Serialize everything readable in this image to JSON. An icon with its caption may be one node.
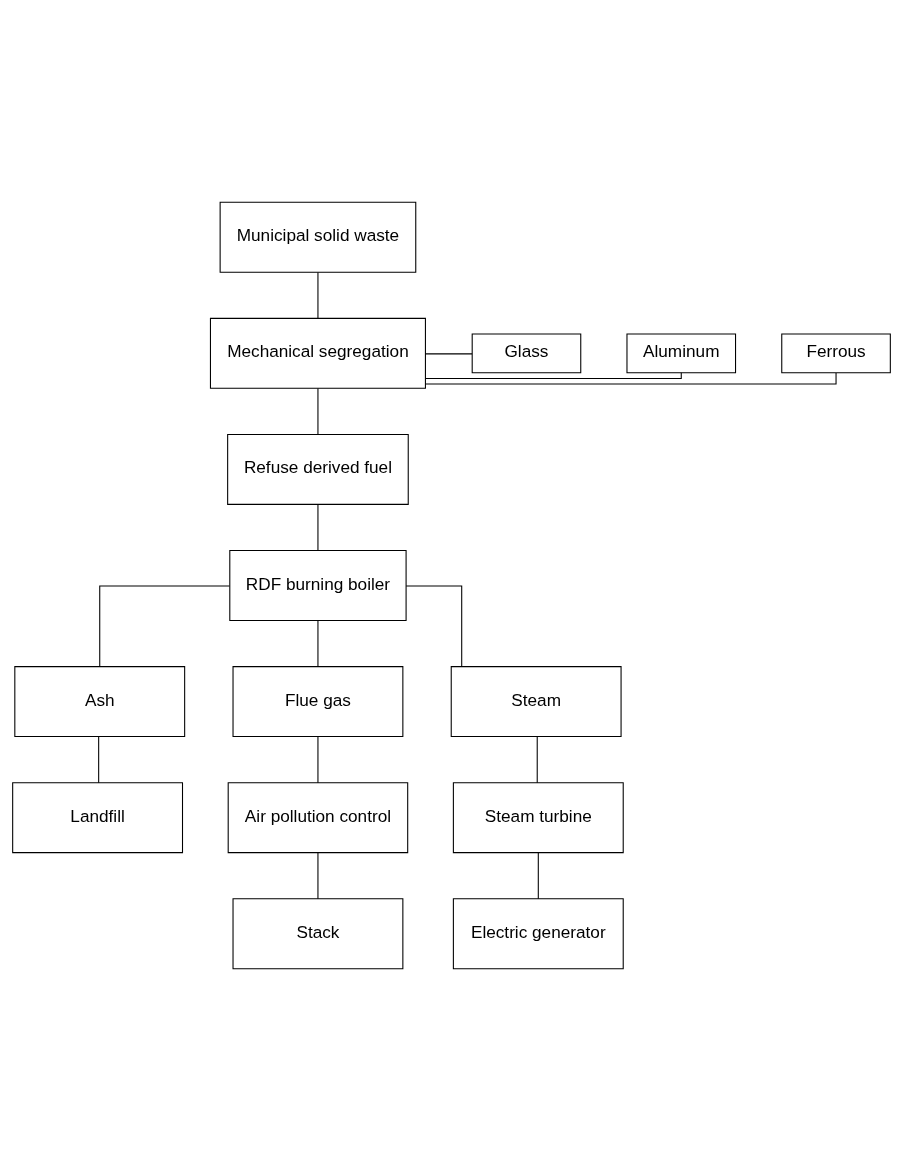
{
  "diagram": {
    "nodes": [
      {
        "text": [
          "Municipal solid waste"
        ]
      },
      {
        "text": [
          "Mechanical segregation"
        ]
      },
      {
        "text": [
          "Ferrous"
        ]
      },
      {
        "text": [
          "Aluminum"
        ]
      },
      {
        "text": [
          "Glass"
        ]
      },
      {
        "text": [
          "Refuse derived fuel"
        ]
      },
      {
        "text": [
          "RDF burning boiler"
        ]
      },
      {
        "text": [
          "Ash"
        ]
      },
      {
        "text": [
          "Flue gas"
        ]
      },
      {
        "text": [
          "Steam"
        ]
      },
      {
        "text": [
          "Landfill"
        ]
      },
      {
        "text": [
          "Air pollution control"
        ]
      },
      {
        "text": [
          "Steam turbine"
        ]
      },
      {
        "text": [
          "Stack"
        ]
      },
      {
        "text": [
          "Electric generator"
        ]
      }
    ],
    "edges": [
      {
        "from": 0,
        "to": 1,
        "arrow": "none"
      },
      {
        "from": 1,
        "to": 2,
        "arrow": "none"
      },
      {
        "from": 1,
        "to": 3,
        "arrow": "none"
      },
      {
        "from": 1,
        "to": 4,
        "arrow": "none"
      },
      {
        "from": 1,
        "to": 5,
        "arrow": "none"
      },
      {
        "from": 5,
        "to": 6,
        "arrow": "none"
      },
      {
        "from": 6,
        "to": 7,
        "arrow": "none"
      },
      {
        "from": 6,
        "to": 8,
        "arrow": "none"
      },
      {
        "from": 6,
        "to": 9,
        "arrow": "none"
      },
      {
        "from": 7,
        "to": 10,
        "arrow": "none"
      },
      {
        "from": 8,
        "to": 11,
        "arrow": "none"
      },
      {
        "from": 9,
        "to": 12,
        "arrow": "none"
      },
      {
        "from": 11,
        "to": 13,
        "arrow": "none"
      },
      {
        "from": 12,
        "to": 14,
        "arrow": "none"
      }
    ]
  }
}
